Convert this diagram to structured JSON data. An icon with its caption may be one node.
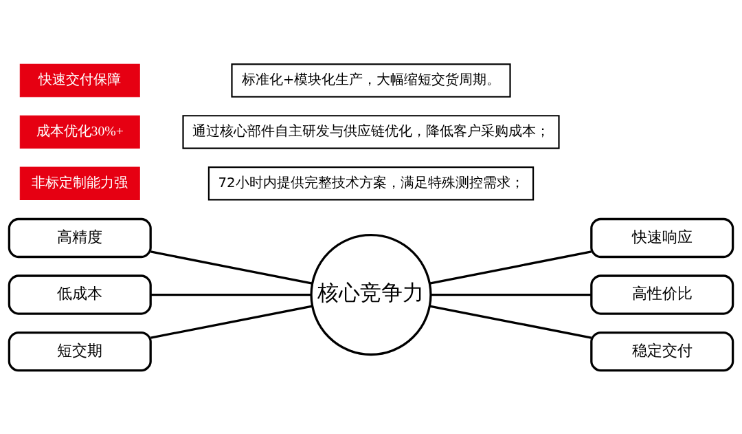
{
  "diagram": {
    "nodes": [
      {
        "text": [
          "高精度"
        ]
      },
      {
        "text": [
          "低成本"
        ]
      },
      {
        "text": [
          "短交期"
        ]
      },
      {
        "text": [
          "核心竞争力"
        ]
      },
      {
        "text": [
          "快速响应"
        ]
      },
      {
        "text": [
          "高性价比"
        ]
      },
      {
        "text": [
          "稳定交付"
        ]
      },
      {
        "text": [
          "非标定制能力强"
        ]
      },
      {
        "text": [
          "72小时内提供完整技术方案，满足特殊测控需求；"
        ]
      },
      {
        "text": [
          "成本优化30%+"
        ]
      },
      {
        "text": [
          "通过核心部件自主研发与供应链优化，降低客户采购成本；"
        ]
      },
      {
        "text": [
          "快速交付保障"
        ]
      },
      {
        "text": [
          "标准化+模块化生产，大幅缩短交货周期。"
        ]
      }
    ],
    "edges": [
      {
        "from": 0,
        "to": 3,
        "arrow": "none"
      },
      {
        "from": 1,
        "to": 3,
        "arrow": "none"
      },
      {
        "from": 2,
        "to": 3,
        "arrow": "none"
      },
      {
        "from": 3,
        "to": 4,
        "arrow": "none"
      },
      {
        "from": 3,
        "to": 5,
        "arrow": "none"
      },
      {
        "from": 3,
        "to": 6,
        "arrow": "none"
      }
    ]
  }
}
